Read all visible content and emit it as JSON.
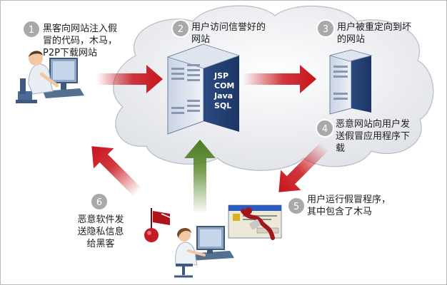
{
  "steps": [
    {
      "num": "1",
      "text": "黑客向网站注入假\n冒的代码，木马，\nP2P下载网站"
    },
    {
      "num": "2",
      "text": "用户访问信誉好的\n网站"
    },
    {
      "num": "3",
      "text": "用户被重定向到坏\n的网站"
    },
    {
      "num": "4",
      "text": "恶意网站向用户发\n送假冒应用程序下\n载"
    },
    {
      "num": "5",
      "text": "用户运行假冒程序，\n其中包含了木马"
    },
    {
      "num": "6",
      "text": "恶意软件发\n送隐私信息\n给黑客"
    }
  ],
  "server_tech": [
    "JSP",
    "COM",
    "Java",
    "SQL"
  ],
  "colors": {
    "cloud": "#eceef2",
    "arrow_red": "#c8141c",
    "arrow_green": "#5a8a2e",
    "badge": "#a9a9a9",
    "server": "#2e4f86"
  }
}
